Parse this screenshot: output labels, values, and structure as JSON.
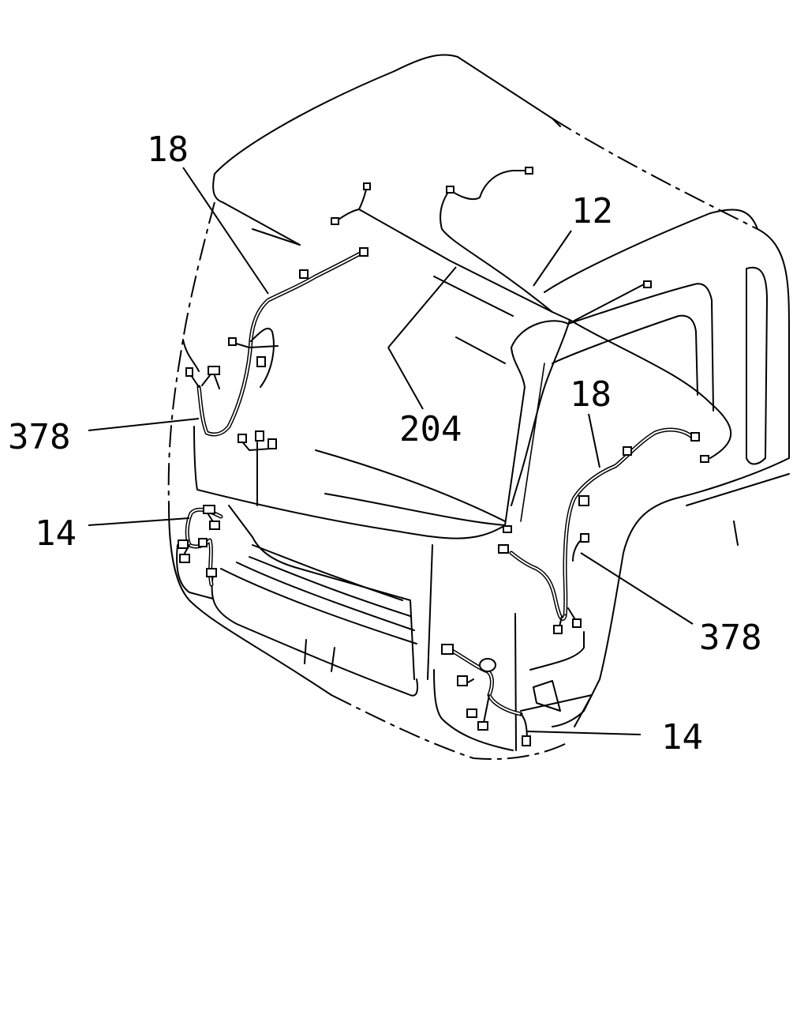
{
  "callouts": {
    "c18_left": "18",
    "c12": "12",
    "c204": "204",
    "c378_left": "378",
    "c18_right": "18",
    "c14_left": "14",
    "c378_right": "378",
    "c14_right": "14"
  }
}
